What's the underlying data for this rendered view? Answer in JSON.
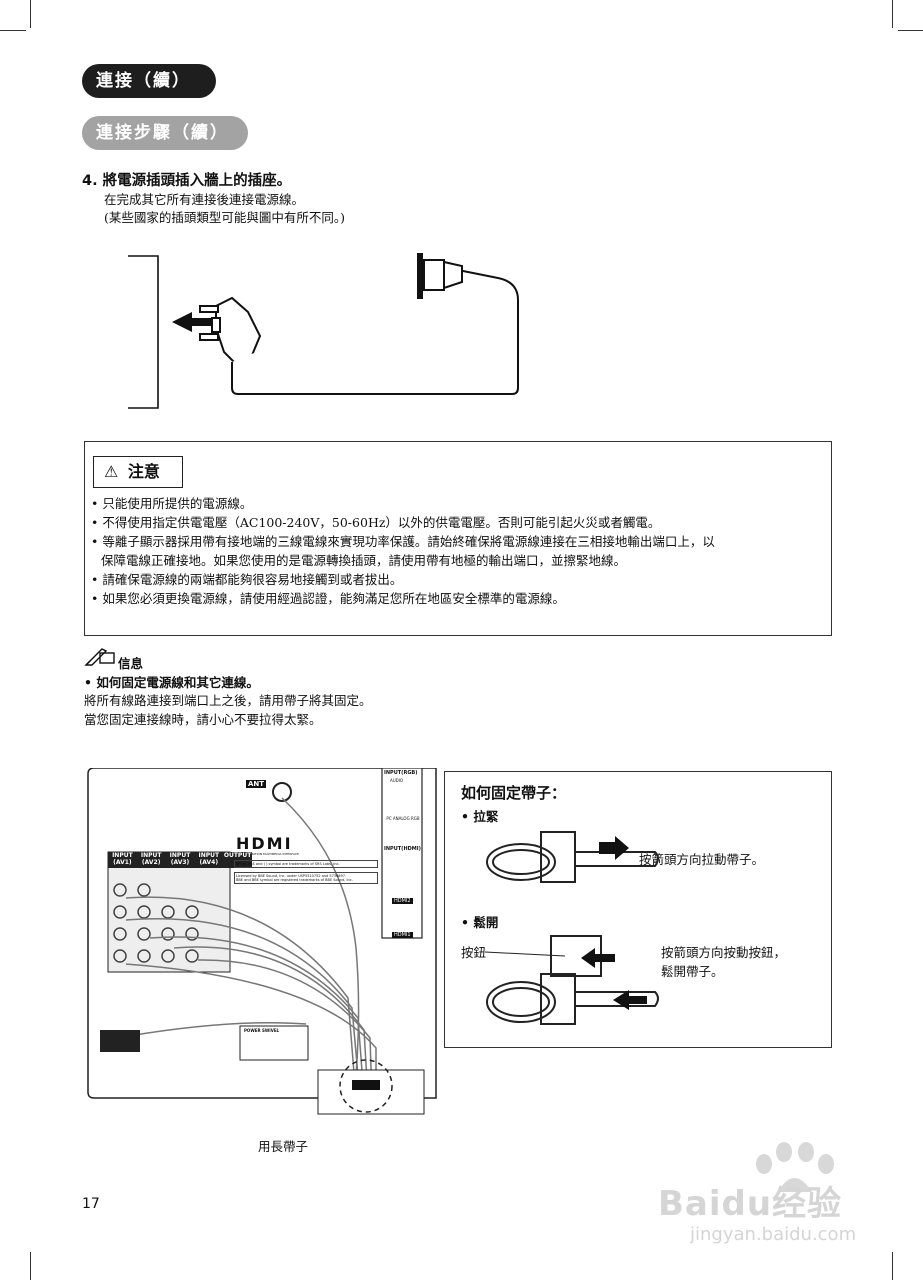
{
  "header": {
    "section_title": "連接（續）",
    "subsection_title": "連接步驟（續）"
  },
  "step4": {
    "number": "4.",
    "title": "將電源插頭插入牆上的插座。",
    "lines": [
      "在完成其它所有連接後連接電源線。",
      "(某些國家的插頭類型可能與圖中有所不同。)"
    ]
  },
  "caution": {
    "icon": "warning-triangle-icon",
    "title": "注意",
    "items": [
      "• 只能使用所提供的電源線。",
      "• 不得使用指定供電電壓（AC100-240V，50-60Hz）以外的供電電壓。否則可能引起火災或者觸電。",
      "• 等離子顯示器採用帶有接地端的三線電線來實現功率保護。請始終確保將電源線連接在三相接地輸出端口上，以",
      "  保障電線正確接地。如果您使用的是電源轉換插頭，請使用帶有地極的輸出端口，並擦緊地線。",
      "• 請確保電源線的兩端都能夠很容易地接觸到或者拔出。",
      "• 如果您必須更換電源線，請使用經過認證，能夠滿足您所在地區安全標準的電源線。"
    ]
  },
  "info": {
    "icon": "pen-memo-icon",
    "label": "信息",
    "heading": "• 如何固定電源線和其它連線。",
    "lines": [
      "將所有線路連接到端口上之後，請用帶子將其固定。",
      "當您固定連接線時，請小心不要拉得太緊。"
    ]
  },
  "panel": {
    "ant": "ANT",
    "hdmi_logo": "HDMI",
    "hdmi_sub": "HIGH-DEFINITION MULTIMEDIA INTERFACE",
    "inputs": [
      "INPUT (AV1)",
      "INPUT (AV2)",
      "INPUT (AV3)",
      "INPUT (AV4)",
      "OUTPUT"
    ],
    "input_rgb": "INPUT(RGB)",
    "audio": "AUDIO",
    "pc_analog": "PC ANALOG RGB",
    "input_hdmi": "INPUT(HDMI)",
    "hdmi2": "HDMI2",
    "hdmi1": "HDMI1",
    "srs_note": "WOW, SRS and ( ) symbol are trademarks of SRS Labs, Inc.",
    "bbe_note1": "Licensed by BBE Sound, Inc. under USP5510752 and 5736897.",
    "bbe_note2": "BBE and BBE symbol are registered trademarks of BBE Sound, Inc.",
    "power_swivel": "POWER SWIVEL",
    "band_caption": "用長帶子"
  },
  "band_figure": {
    "title": "如何固定帶子：",
    "tighten_label": "• 拉緊",
    "tighten_text": "按箭頭方向拉動帶子。",
    "loosen_label": "• 鬆開",
    "button_label": "按鈕",
    "loosen_text1": "按箭頭方向按動按鈕，",
    "loosen_text2": "鬆開帶子。"
  },
  "page_number": "17",
  "watermark": {
    "logo": "Baidu经验",
    "url": "jingyan.baidu.com"
  }
}
